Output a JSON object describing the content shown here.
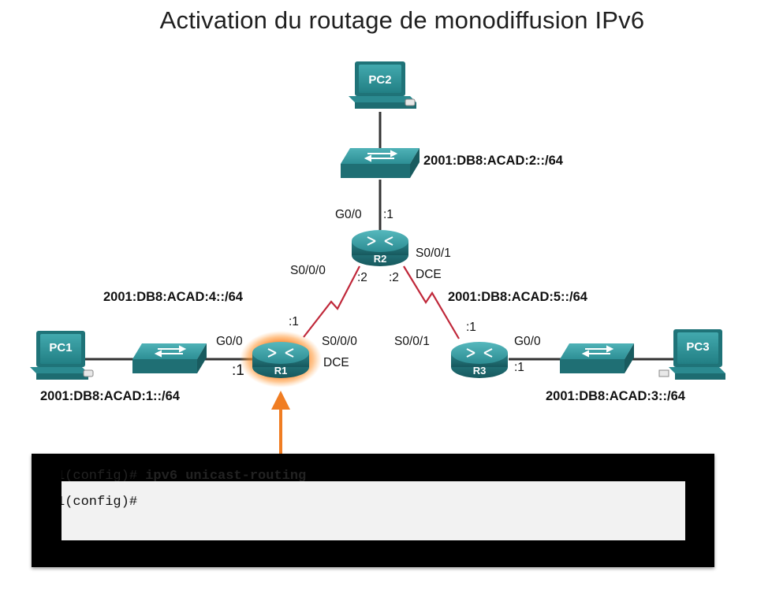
{
  "title": "Activation du routage de monodiffusion IPv6",
  "devices": {
    "pc1": "PC1",
    "pc2": "PC2",
    "pc3": "PC3",
    "r1": "R1",
    "r2": "R2",
    "r3": "R3"
  },
  "networks": {
    "net1": "2001:DB8:ACAD:1::/64",
    "net2": "2001:DB8:ACAD:2::/64",
    "net3": "2001:DB8:ACAD:3::/64",
    "net4": "2001:DB8:ACAD:4::/64",
    "net5": "2001:DB8:ACAD:5::/64"
  },
  "ports": {
    "r2_g00": "G0/0",
    "r2_g00_host": ":1",
    "r2_s000": "S0/0/0",
    "r2_s000_host": ":2",
    "r2_s001": "S0/0/1",
    "r2_s001_dce": "DCE",
    "r2_s001_host": ":2",
    "r1_g00": "G0/0",
    "r1_g00_host": ":1",
    "r1_s000": "S0/0/0",
    "r1_s000_dce": "DCE",
    "r1_s000_host": ":1",
    "r3_s001": "S0/0/1",
    "r3_s001_host": ":1",
    "r3_g00": "G0/0",
    "r3_g00_host": ":1"
  },
  "console": {
    "prev_prompt": "1(config)# ",
    "prev_command": "ipv6 unicast-routing",
    "current_prompt": "1(config)#"
  },
  "colors": {
    "device_teal": "#2a8f94",
    "serial_link": "#c0283a",
    "arrow": "#f07d22",
    "highlight_glow": "#ff7a1a"
  }
}
